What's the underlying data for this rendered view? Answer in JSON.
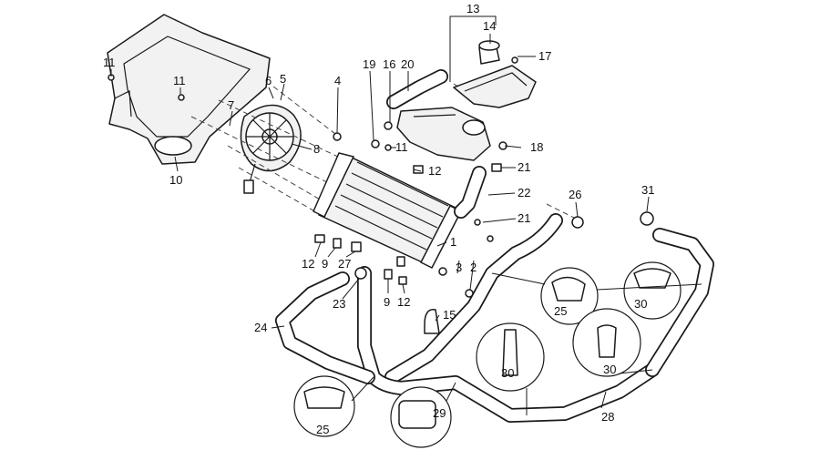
{
  "callouts": [
    {
      "id": "c13",
      "text": "13"
    },
    {
      "id": "c14",
      "text": "14"
    },
    {
      "id": "c17",
      "text": "17"
    },
    {
      "id": "c11a",
      "text": "11"
    },
    {
      "id": "c11b",
      "text": "11"
    },
    {
      "id": "c6",
      "text": "6"
    },
    {
      "id": "c5",
      "text": "5"
    },
    {
      "id": "c4",
      "text": "4"
    },
    {
      "id": "c19",
      "text": "19"
    },
    {
      "id": "c16",
      "text": "16"
    },
    {
      "id": "c20",
      "text": "20"
    },
    {
      "id": "c7",
      "text": "7"
    },
    {
      "id": "c8",
      "text": "8"
    },
    {
      "id": "c10",
      "text": "10"
    },
    {
      "id": "c11c",
      "text": "11"
    },
    {
      "id": "c12a",
      "text": "12"
    },
    {
      "id": "c18",
      "text": "18"
    },
    {
      "id": "c21a",
      "text": "21"
    },
    {
      "id": "c22",
      "text": "22"
    },
    {
      "id": "c26",
      "text": "26"
    },
    {
      "id": "c31",
      "text": "31"
    },
    {
      "id": "c21b",
      "text": "21"
    },
    {
      "id": "c1",
      "text": "1"
    },
    {
      "id": "c12b",
      "text": "12"
    },
    {
      "id": "c9a",
      "text": "9"
    },
    {
      "id": "c27",
      "text": "27"
    },
    {
      "id": "c3",
      "text": "3"
    },
    {
      "id": "c2",
      "text": "2"
    },
    {
      "id": "c23",
      "text": "23"
    },
    {
      "id": "c9b",
      "text": "9"
    },
    {
      "id": "c12c",
      "text": "12"
    },
    {
      "id": "c15",
      "text": "15"
    },
    {
      "id": "c25a",
      "text": "25"
    },
    {
      "id": "c30a",
      "text": "30"
    },
    {
      "id": "c24",
      "text": "24"
    },
    {
      "id": "c30b",
      "text": "30"
    },
    {
      "id": "c30c",
      "text": "30"
    },
    {
      "id": "c28",
      "text": "28"
    },
    {
      "id": "c25b",
      "text": "25"
    },
    {
      "id": "c29",
      "text": "29"
    }
  ]
}
